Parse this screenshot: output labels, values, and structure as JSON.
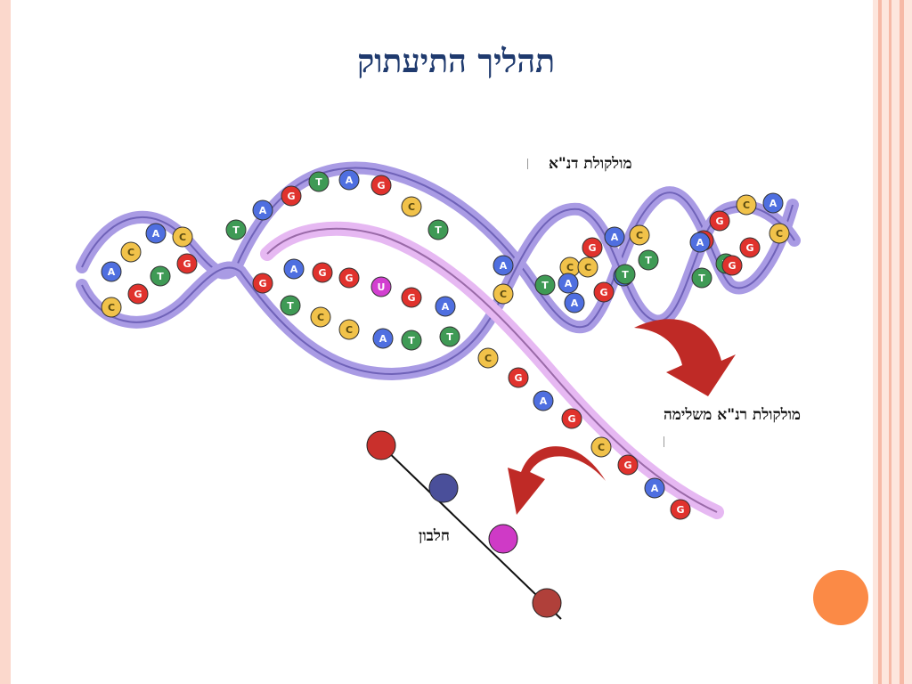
{
  "title": "תהליך התיעתוק",
  "labels": {
    "dna": "מולקולת דנ\"א",
    "rna": "מולקולת רנ\"א  משלימה",
    "protein": "חלבון"
  },
  "colors": {
    "A": "#4f6fe0",
    "T": "#3f9a55",
    "G": "#e0322d",
    "C": "#f1c24a",
    "U": "#d23fd0",
    "backbone": "#a99be4",
    "rna_strand": "#e6b8f2",
    "arrow": "#bf2a26",
    "accent_circle": "#fb8a46"
  },
  "dna_top_bases": [
    "A",
    "C",
    "A",
    "C",
    "G",
    "T",
    "G",
    "C",
    "T",
    "A",
    "G",
    "T",
    "A",
    "G",
    "C",
    "T",
    "A",
    "C",
    "G",
    "A",
    "C",
    "T",
    "A",
    "G",
    "C",
    "A",
    "C",
    "G",
    "T",
    "T",
    "G"
  ],
  "dna_bottom_bases": [
    "G",
    "T",
    "A",
    "G",
    "C",
    "G",
    "C",
    "U",
    "A",
    "G",
    "T",
    "A",
    "T",
    "C",
    "A",
    "G",
    "T",
    "C",
    "A",
    "T",
    "G",
    "A",
    "G",
    "C",
    "G",
    "T"
  ],
  "rna_bases": [
    "C",
    "G",
    "A",
    "G",
    "C",
    "G",
    "A",
    "G"
  ],
  "protein_beads": [
    "#c9302c",
    "#4a4f9a",
    "#cf3ac6",
    "#b0403a"
  ]
}
